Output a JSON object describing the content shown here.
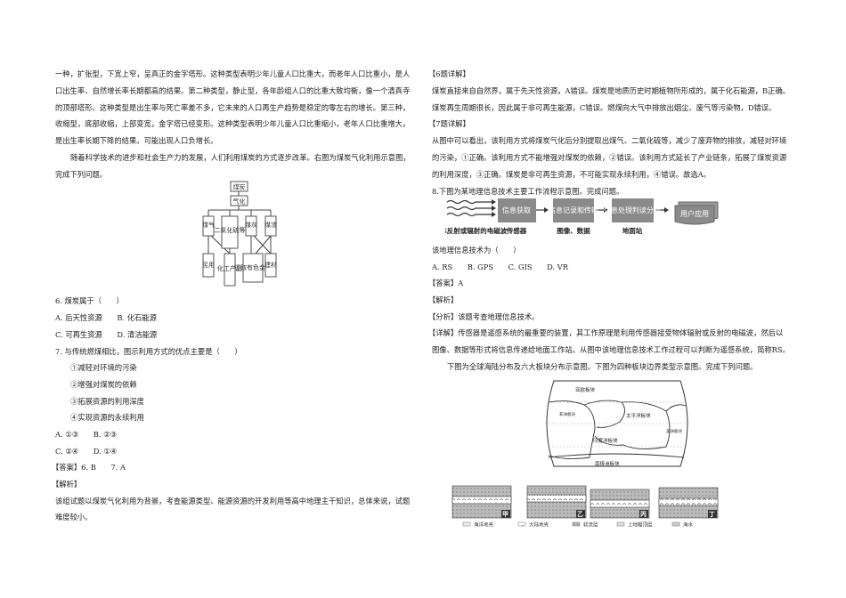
{
  "left": {
    "para1": [
      "一种，扩张型，下宽上窄，呈真正的金字塔形。这种类型表明少年儿童人口比重大，而老年人口比重小，是人",
      "口出生率、自然增长率长期都高的结果。第二种类型，静止型，各年龄组人口的比重大致均衡，像一个清真寺",
      "的顶部塔形。这种类型是出生率与死亡率差不多，它未来的人口再生产趋势是稳定的零左右的增长。第三种，",
      "收缩型，底部收缩，上部变宽，金字塔已经变形。这种类型表明少年儿童人口比重缩小，老年人口比重增大，",
      "是出生率长期下降的结果。可能出现人口负增长。"
    ],
    "para2": [
      "随着科学技术的进步和社会生产力的发展，人们利用煤炭的方式逐步改革。右图为煤炭气化利用示意图，",
      "完成下列问题。"
    ],
    "coal_diagram": {
      "top": "煤炭",
      "mid": "气化",
      "row2": [
        "煤气",
        "二氧化硫等",
        "煤灰",
        "煤渣"
      ],
      "row3": [
        "民用",
        "化工产品",
        "提取有色金属",
        "建材"
      ]
    },
    "q6": {
      "stem": "6. 煤炭属于（　　）",
      "opts": [
        "A. 后天性资源　　B. 化石能源",
        "C. 可再生资源　　D. 清洁能源"
      ]
    },
    "q7": {
      "stem": "7. 与传统燃煤相比，图示利用方式的优点主要是（　　）",
      "items": [
        "①减轻对环境的污染",
        "②增强对煤炭的依赖",
        "③拓展资源的利用深度",
        "④实现资源的永续利用"
      ],
      "opts": [
        "A. ①③　　B. ②③",
        "C. ②④　　D. ①④"
      ]
    },
    "answer": "【答案】6. B　　7. A",
    "analysis_head": "【解析】",
    "analysis": [
      "该组试题以煤炭气化利用为背景，考查能源类型、能源资源的开发利用等高中地理主干知识，总体来说，试题",
      "难度较小。"
    ]
  },
  "right": {
    "d6_head": "【6题详解】",
    "d6": [
      "煤炭直接来自自然界，属于先天性资源，A错误。煤炭是地质历史时期植物所形成的，属于化石能源，B正确。",
      "煤炭再生周期很长，因此属于非可再生能源，C错误。燃煤向大气中排放出烟尘、废气等污染物，D错误。"
    ],
    "d7_head": "【7题详解】",
    "d7": [
      "从图中可以看出，该利用方式将煤炭气化后分别提取出煤气、二氧化硫等，减少了废弃物的排放，减轻对环境",
      "的污染，①正确。该利用方式不能增强对煤炭的依赖，②错误。该利用方式延长了产业链条，拓展了煤炭资源",
      "的利用深度，③正确。煤炭是非可再生资源，不可能实现永续利用，④错误。故选A。"
    ],
    "q8_stem": "8.下图为某地理信息技术主要工作流程示意图。完成问题。",
    "flow": {
      "boxes": [
        "信息获取",
        "信息记录和传输",
        "信息处理判读分析",
        "用户应用"
      ],
      "captions": [
        "物体反射或辐射的电磁波",
        "传感器",
        "图像、数据",
        "地面站"
      ]
    },
    "q8_question": "该地理信息技术为（　　）",
    "q8_opts": "A. RS　　B. GPS　　C. GIS　　D. VR",
    "answer": "【答案】A",
    "analysis_head": "【解析】",
    "fenxi": "【分析】该题考查地理信息技术。",
    "xiangjie": [
      "【详解】传感器是遥感系统的最重要的装置，其工作原理是利用传感器接受物体辐射或反射的电磁波，然后以",
      "图像、数据等形式将信息传递给地面工作站。从图中该地理信息技术工作过程可以判断为遥感系统，简称RS。"
    ],
    "next_intro": "下图为全球海陆分布及六大板块分布示意图。下图为四种板块边界类型示意图。完成下列问题。",
    "map_labels": [
      "亚欧板块",
      "太平洋板块",
      "印度洋板块",
      "南极洲板块",
      "非洲板块",
      "美洲板块"
    ],
    "boundary_tags": [
      "甲",
      "乙",
      "丙",
      "丁"
    ],
    "legend": [
      "海洋地壳",
      "大陆地壳",
      "软流层",
      "上地幔顶层",
      "海水"
    ]
  }
}
